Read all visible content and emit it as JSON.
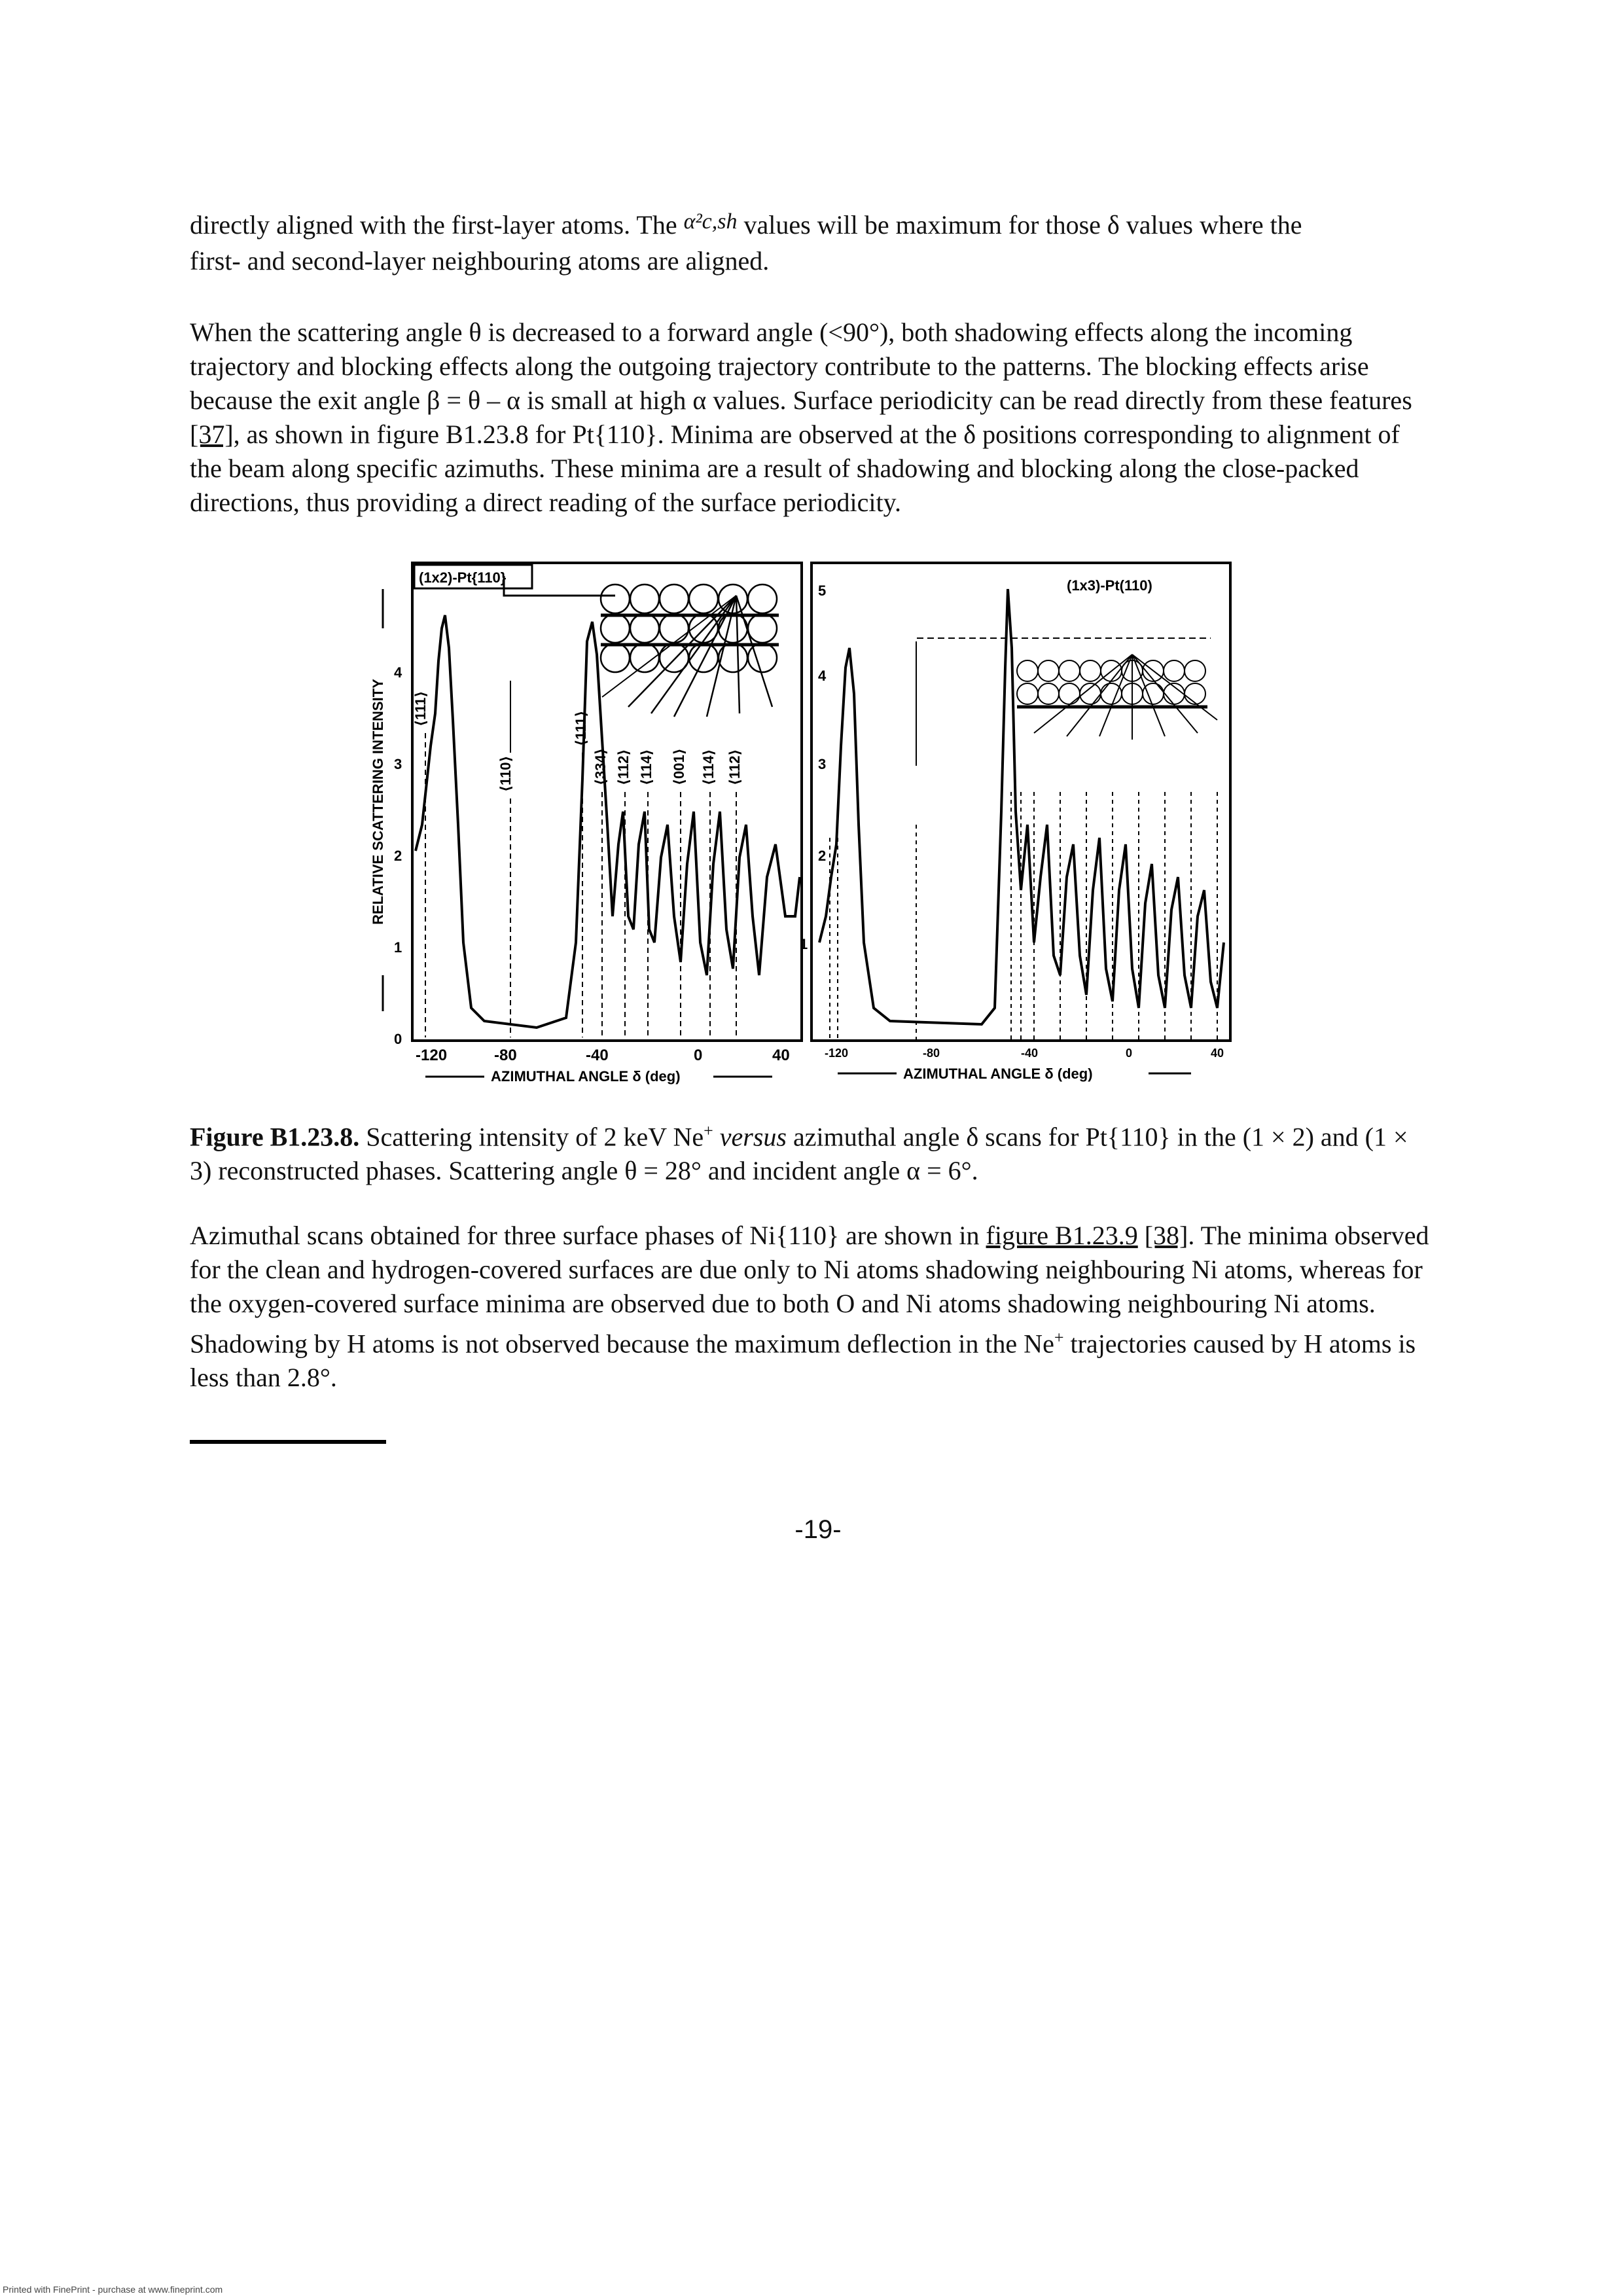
{
  "para1": {
    "line1_a": "directly aligned with the first-layer atoms. The ",
    "symbol": "α²c,sh",
    "line1_b": " values will be maximum for those δ values where the",
    "line2": "first- and second-layer neighbouring atoms are aligned."
  },
  "para2": {
    "text_a": "When the scattering angle θ is decreased to a forward angle (<90°), both shadowing effects along the incoming trajectory and blocking effects along the outgoing trajectory contribute to the patterns. The blocking effects arise because the exit angle β = θ – α is small at high α values. Surface periodicity can be read directly from these features ",
    "ref": "[37]",
    "text_b": ", as shown in figure B1.23.8 for Pt{110}. Minima are observed at the δ positions corresponding to alignment of the beam along specific azimuths. These minima are a result of shadowing and blocking along the close-packed directions, thus providing a direct reading of the surface periodicity."
  },
  "figure": {
    "left_panel": {
      "title": "(1x2)-Pt{110}",
      "y_axis_label": "RELATIVE SCATTERING INTENSITY",
      "x_axis_label": "AZIMUTHAL ANGLE δ (deg)",
      "y_ticks": [
        "0",
        "1",
        "2",
        "3",
        "4"
      ],
      "x_ticks": [
        "-120",
        "-80",
        "-40",
        "0",
        "40"
      ],
      "direction_labels": [
        "⟨111⟩",
        "⟨110⟩",
        "⟨111⟩",
        "⟨334⟩",
        "⟨112⟩",
        "⟨114⟩",
        "⟨001⟩",
        "⟨114⟩",
        "⟨112⟩"
      ]
    },
    "right_panel": {
      "title": "(1x3)-Pt(110)",
      "x_axis_label": "AZIMUTHAL ANGLE δ (deg)",
      "y_ticks": [
        "1",
        "2",
        "3",
        "4",
        "5"
      ],
      "x_ticks": [
        "-120",
        "-80",
        "-40",
        "0",
        "40"
      ]
    }
  },
  "caption": {
    "label": "Figure B1.23.8.",
    "text_a": " Scattering intensity of 2 keV Ne",
    "sup": "+",
    "versus": " versus",
    "text_b": " azimuthal angle δ scans for Pt{110} in the (1 × 2) and (1 × 3) reconstructed phases. Scattering angle θ = 28° and incident angle α = 6°."
  },
  "para3": {
    "text_a": "Azimuthal scans obtained for three surface phases of Ni{110} are shown in ",
    "link": "figure B1.23.9",
    "space": " ",
    "ref": "[38]",
    "text_b": ". The minima observed for the clean and hydrogen-covered surfaces are due only to Ni atoms shadowing neighbouring Ni atoms, whereas for the oxygen-covered surface minima are observed due to both O and Ni atoms shadowing neighbouring Ni atoms. Shadowing by H atoms is not observed because the maximum deflection in the Ne",
    "sup": "+",
    "text_c": " trajectories caused by H atoms is less than 2.8°."
  },
  "page_number": "-19-",
  "printed_with": "Printed with FinePrint - purchase at www.fineprint.com"
}
